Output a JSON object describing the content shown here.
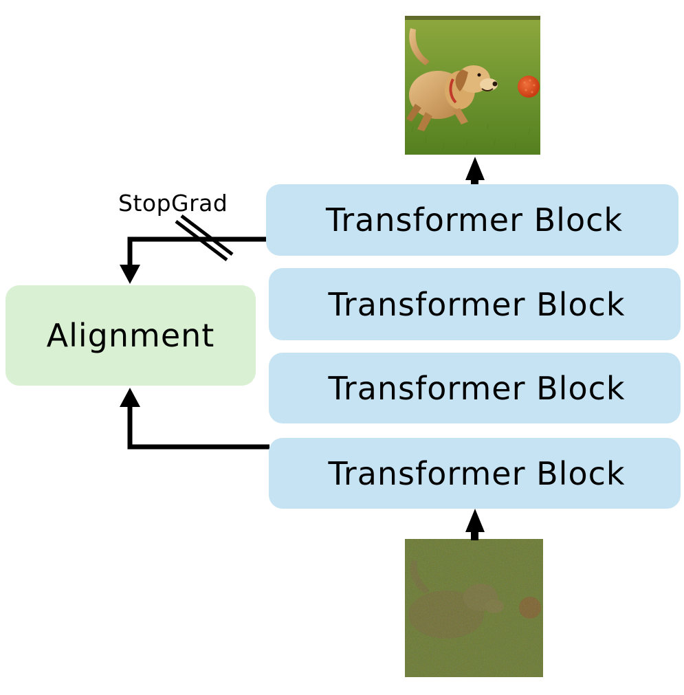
{
  "diagram": {
    "blocks": [
      {
        "label": "Transformer Block"
      },
      {
        "label": "Transformer Block"
      },
      {
        "label": "Transformer Block"
      },
      {
        "label": "Transformer Block"
      }
    ],
    "alignment_label": "Alignment",
    "stopgrad_label": "StopGrad",
    "colors": {
      "block_fill": "#c5e3f2",
      "alignment_fill": "#d9f0d3",
      "arrow": "#000000"
    },
    "images": {
      "output": "clean-image-dog-chasing-ball",
      "input": "noisy-image-dog-chasing-ball"
    }
  }
}
